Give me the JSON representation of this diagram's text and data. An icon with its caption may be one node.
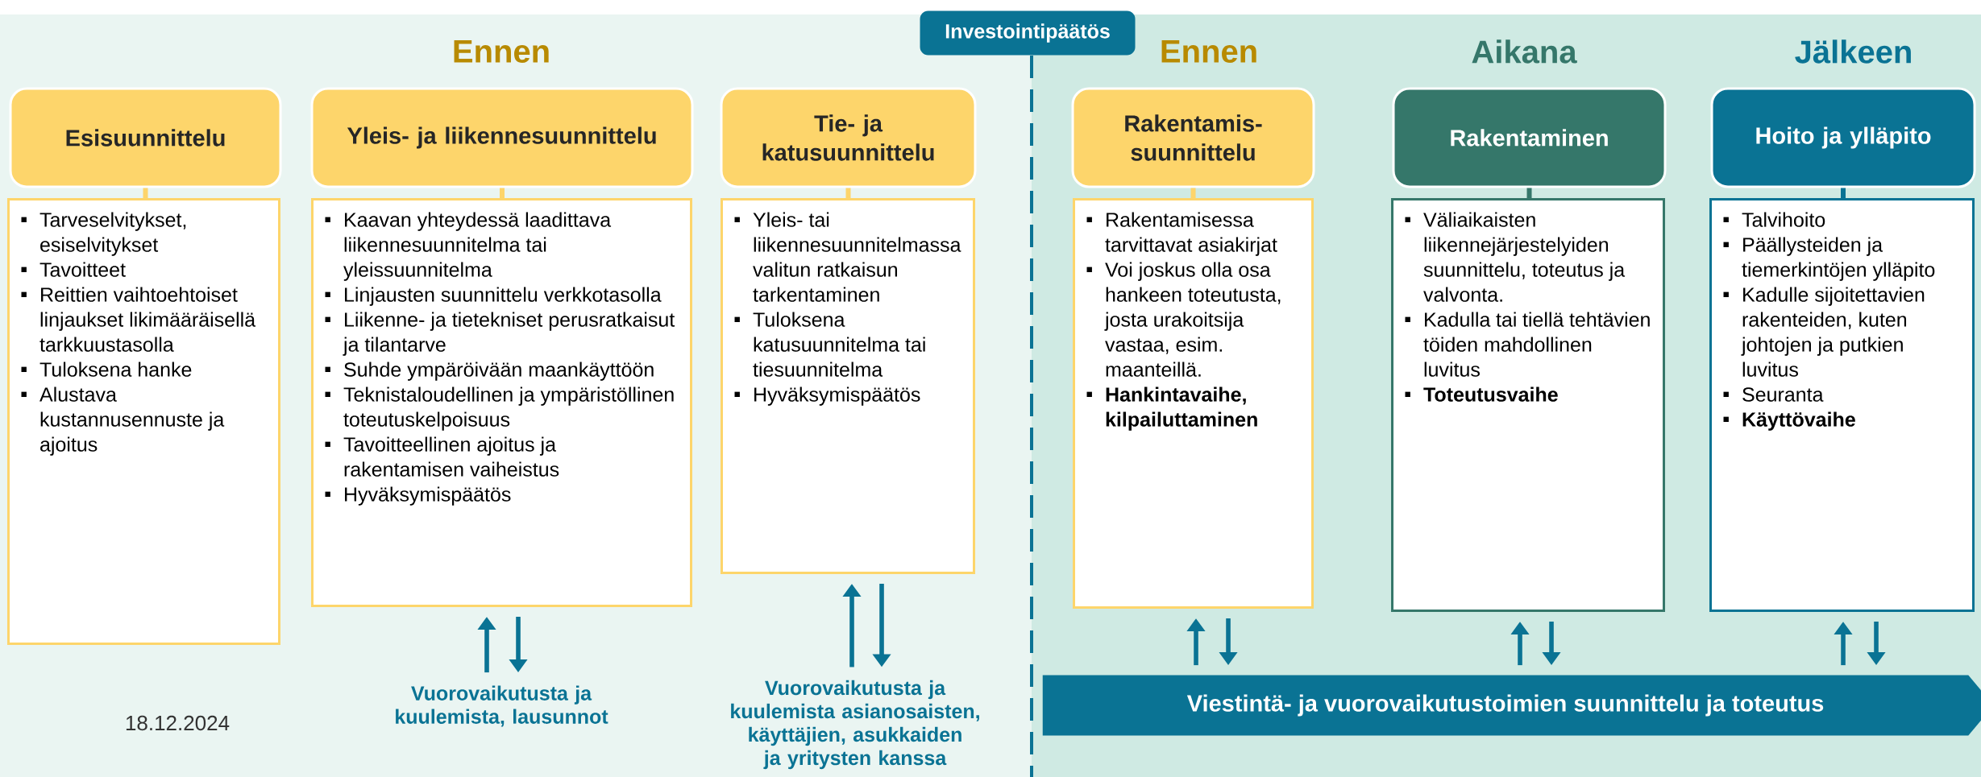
{
  "diagram": {
    "nodes": [
      {
        "text": [
          "Investointipäätös"
        ]
      },
      {
        "text": [
          "Esisuunnittelu"
        ]
      },
      {
        "text": [
          "Tarveselvitykset, esiselvitykset",
          "Tavoitteet",
          "Reittien vaihtoehtoiset linjaukset likimääräisellä tarkkuustasolla",
          "Tuloksena hanke",
          "Alustava kustannusennuste ja ajoitus"
        ]
      },
      {
        "text": [
          "Yleis- ja liikennesuunnittelu"
        ]
      },
      {
        "text": [
          "Kaavan yhteydessä laadittava liikennesuunnitelma tai yleissuunnitelma",
          "Linjausten suunnittelu verkkotasolla",
          "Liikenne- ja tietekniset perusratkaisut ja tilantarve",
          "Suhde ympäröivään maankäyttöön",
          "Teknistaloudellinen ja ympäristöllinen toteutuskelpoisuus",
          "Tavoitteellinen ajoitus ja rakentamisen vaiheistus",
          "Hyväksymispäätös"
        ]
      },
      {
        "text": [
          "Tie- ja katusuunnittelu"
        ]
      },
      {
        "text": [
          "Yleis- tai liikennesuunnitelmassa valitun ratkaisun tarkentaminen",
          "Tuloksena katusuunnitelma tai tiesuunnitelma",
          "Hyväksymispäätös"
        ]
      },
      {
        "text": [
          "Rakentamis- suunnittelu"
        ]
      },
      {
        "text": [
          "Rakentamisessa tarvittavat asiakirjat",
          "Voi joskus olla osa hankeen toteutusta, josta urakoitsija vastaa, esim. maanteillä.",
          "**Hankintavaihe, kilpailuttaminen**"
        ]
      },
      {
        "text": [
          "Rakentaminen"
        ]
      },
      {
        "text": [
          "Väliaikaisten liikennejärjestelyiden suunnittelu, toteutus ja valvonta.",
          "Kadulla tai tiellä tehtävien töiden mahdollinen luvitus",
          "**Toteutusvaihe**"
        ]
      },
      {
        "text": [
          "Hoito ja ylläpito"
        ]
      },
      {
        "text": [
          "Talvihoito",
          "Päällysteiden ja tiemerkintöjen ylläpito",
          "Kadulle sijoitettavien rakenteiden, kuten johtojen ja putkien luvitus",
          "Seuranta",
          "**Käyttövaihe**"
        ]
      },
      {
        "text": [
          "Vuorovaikutusta ja kuulemista, lausunnot"
        ]
      },
      {
        "text": [
          "Vuorovaikutusta ja kuulemista asianosaisten, käyttäjien, asukkaiden ja yritysten kanssa"
        ]
      },
      {
        "text": [
          "Viestintä- ja vuorovaikutustoimien suunnittelu ja toteutus"
        ]
      }
    ],
    "edges": [
      {
        "from": 1,
        "to": 2,
        "arrow": "none",
        "color": "#fdd56b"
      },
      {
        "from": 3,
        "to": 4,
        "arrow": "none",
        "color": "#fdd56b"
      },
      {
        "from": 5,
        "to": 6,
        "arrow": "none",
        "color": "#fdd56b"
      },
      {
        "from": 7,
        "to": 8,
        "arrow": "none",
        "color": "#fdd56b"
      },
      {
        "from": 9,
        "to": 10,
        "arrow": "none",
        "color": "#35776a"
      },
      {
        "from": 11,
        "to": 12,
        "arrow": "none"
      },
      {
        "from": 13,
        "to": 4,
        "arrow": "to"
      },
      {
        "from": 4,
        "to": 13,
        "arrow": "to"
      },
      {
        "from": 14,
        "to": 6,
        "arrow": "to"
      },
      {
        "from": 6,
        "to": 14,
        "arrow": "to"
      },
      {
        "from": 15,
        "to": 8,
        "arrow": "to"
      },
      {
        "from": 8,
        "to": 15,
        "arrow": "to"
      },
      {
        "from": 15,
        "to": 10,
        "arrow": "to"
      },
      {
        "from": 10,
        "to": 15,
        "arrow": "to"
      },
      {
        "from": 15,
        "to": 12,
        "arrow": "to"
      },
      {
        "from": 12,
        "to": 15,
        "arrow": "to"
      }
    ],
    "labels": [
      "Ennen",
      "Ennen",
      "Aikana",
      "Jälkeen",
      "18.12.2024"
    ]
  }
}
